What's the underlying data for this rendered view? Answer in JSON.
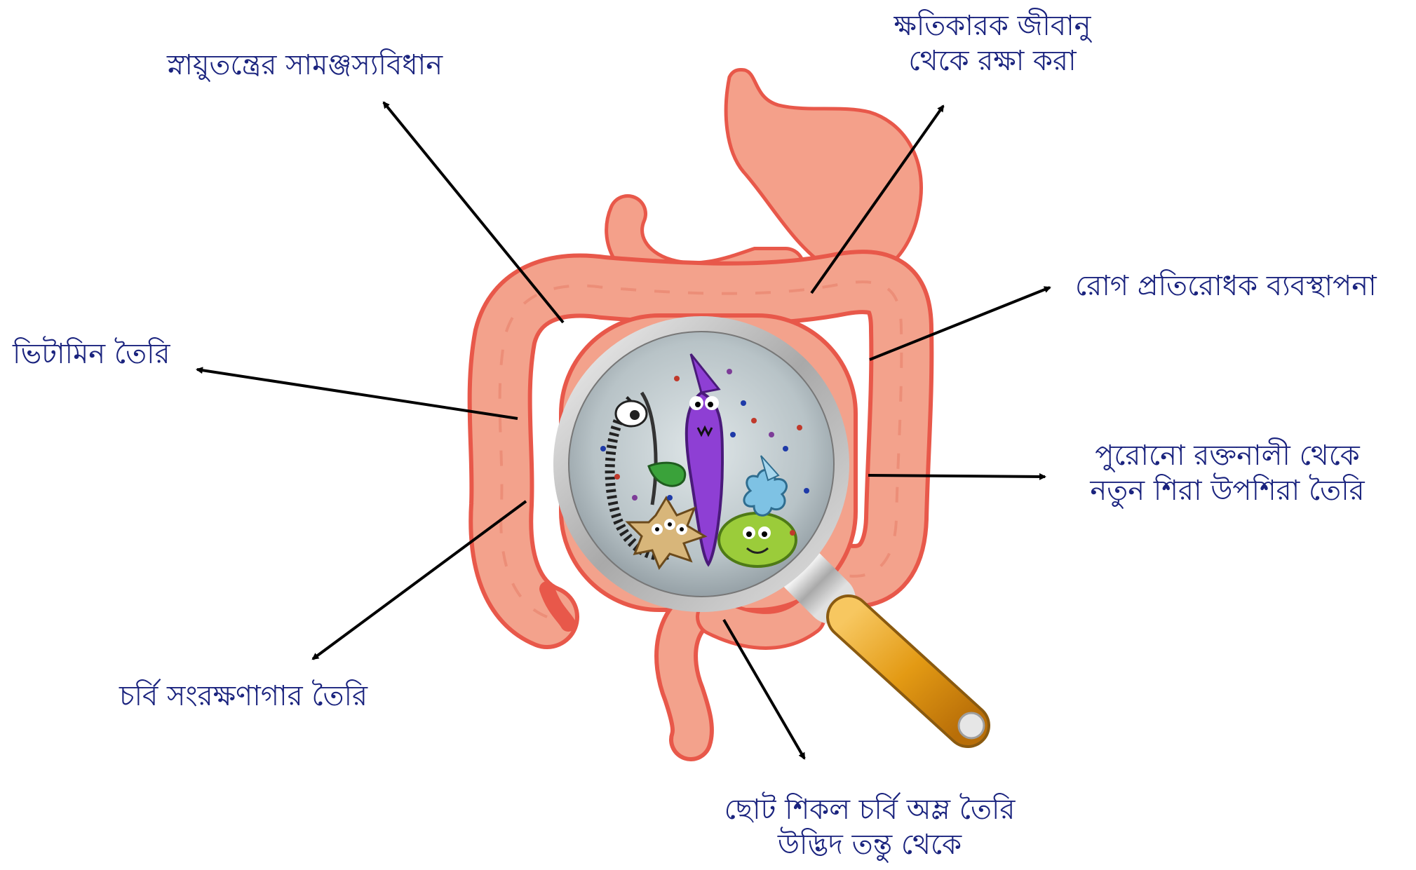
{
  "labels": {
    "nervous": "স্নায়ুতন্ত্রের সামঞ্জস্যবিধান",
    "harmful_line1": "ক্ষতিকারক জীবানু",
    "harmful_line2": "থেকে রক্ষা করা",
    "immune": "রোগ প্রতিরোধক ব্যবস্থাপনা",
    "vitamin": "ভিটামিন তৈরি",
    "vessels_line1": "পুরোনো রক্তনালী থেকে",
    "vessels_line2": "নতুন শিরা উপশিরা তৈরি",
    "fat": "চর্বি সংরক্ষণাগার তৈরি",
    "scfa_line1": "ছোট শিকল চর্বি অম্ল তৈরি",
    "scfa_line2": "উদ্ভিদ তন্তু থেকে"
  },
  "colors": {
    "label_text": "#1a237e",
    "organ_fill": "#f4a08a",
    "organ_outline": "#e8584a",
    "arrow": "#000000",
    "lens_tint": "#b9c4c8",
    "handle": "#e3a31c"
  },
  "icons": [
    "stomach-icon",
    "intestine-icon",
    "magnifier-icon",
    "microbe-icon"
  ]
}
